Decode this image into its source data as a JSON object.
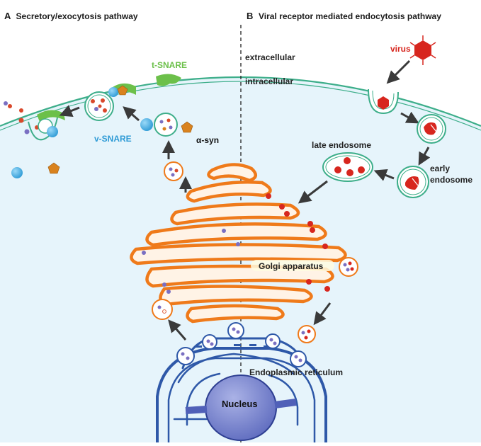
{
  "panels": {
    "a": {
      "letter": "A",
      "title": "Secretory/exocytosis pathway"
    },
    "b": {
      "letter": "B",
      "title": "Viral receptor mediated endocytosis pathway"
    }
  },
  "labels": {
    "extracellular": "extracellular",
    "intracellular": "intracellular",
    "t_snare": "t-SNARE",
    "v_snare": "v-SNARE",
    "alpha_syn": "α-syn",
    "virus": "virus",
    "late_endosome": "late endosome",
    "early_endosome_line1": "early",
    "early_endosome_line2": "endosome",
    "golgi": "Golgi apparatus",
    "er": "Endoplasmic reticulum",
    "nucleus": "Nucleus"
  },
  "colors": {
    "cell_fill": "#e3f3fb",
    "membrane": "#3dae8a",
    "golgi": "#ef7a1a",
    "er": "#2e58a8",
    "nucleus": "#7d89cf",
    "virus": "#d7261e",
    "t_snare": "#6cc04a",
    "v_snare": "#4fb3e8",
    "alpha_syn": "#d9821e",
    "arrow": "#3a3a3a"
  }
}
